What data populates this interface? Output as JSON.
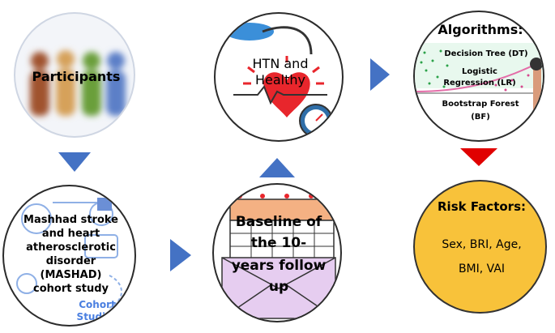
{
  "nodes": {
    "participants": {
      "label": "Participants"
    },
    "htn": {
      "label_line1": "HTN and",
      "label_line2": "Healthy"
    },
    "algorithms": {
      "title": "Algorithms:",
      "items": [
        "Decision Tree (DT)",
        "Logistic",
        "Regression (LR)",
        "Bootstrap Forest",
        "(BF)"
      ]
    },
    "mashad": {
      "lines": [
        "Mashhad stroke",
        "and heart",
        "atherosclerotic",
        "disorder",
        "(MASHAD)",
        "cohort study"
      ],
      "watermark_line1": "Cohort",
      "watermark_line2": "Studies"
    },
    "baseline": {
      "lines": [
        "Baseline of",
        "the 10-",
        "years follow",
        "up"
      ]
    },
    "risk": {
      "title": "Risk Factors:",
      "line1": "Sex, BRI, Age,",
      "line2": "BMI, VAI"
    }
  },
  "colors": {
    "arrow_blue": "#4472c4",
    "arrow_red": "#e00000",
    "risk_fill": "#f8c23a",
    "heart_red": "#e8262c"
  }
}
